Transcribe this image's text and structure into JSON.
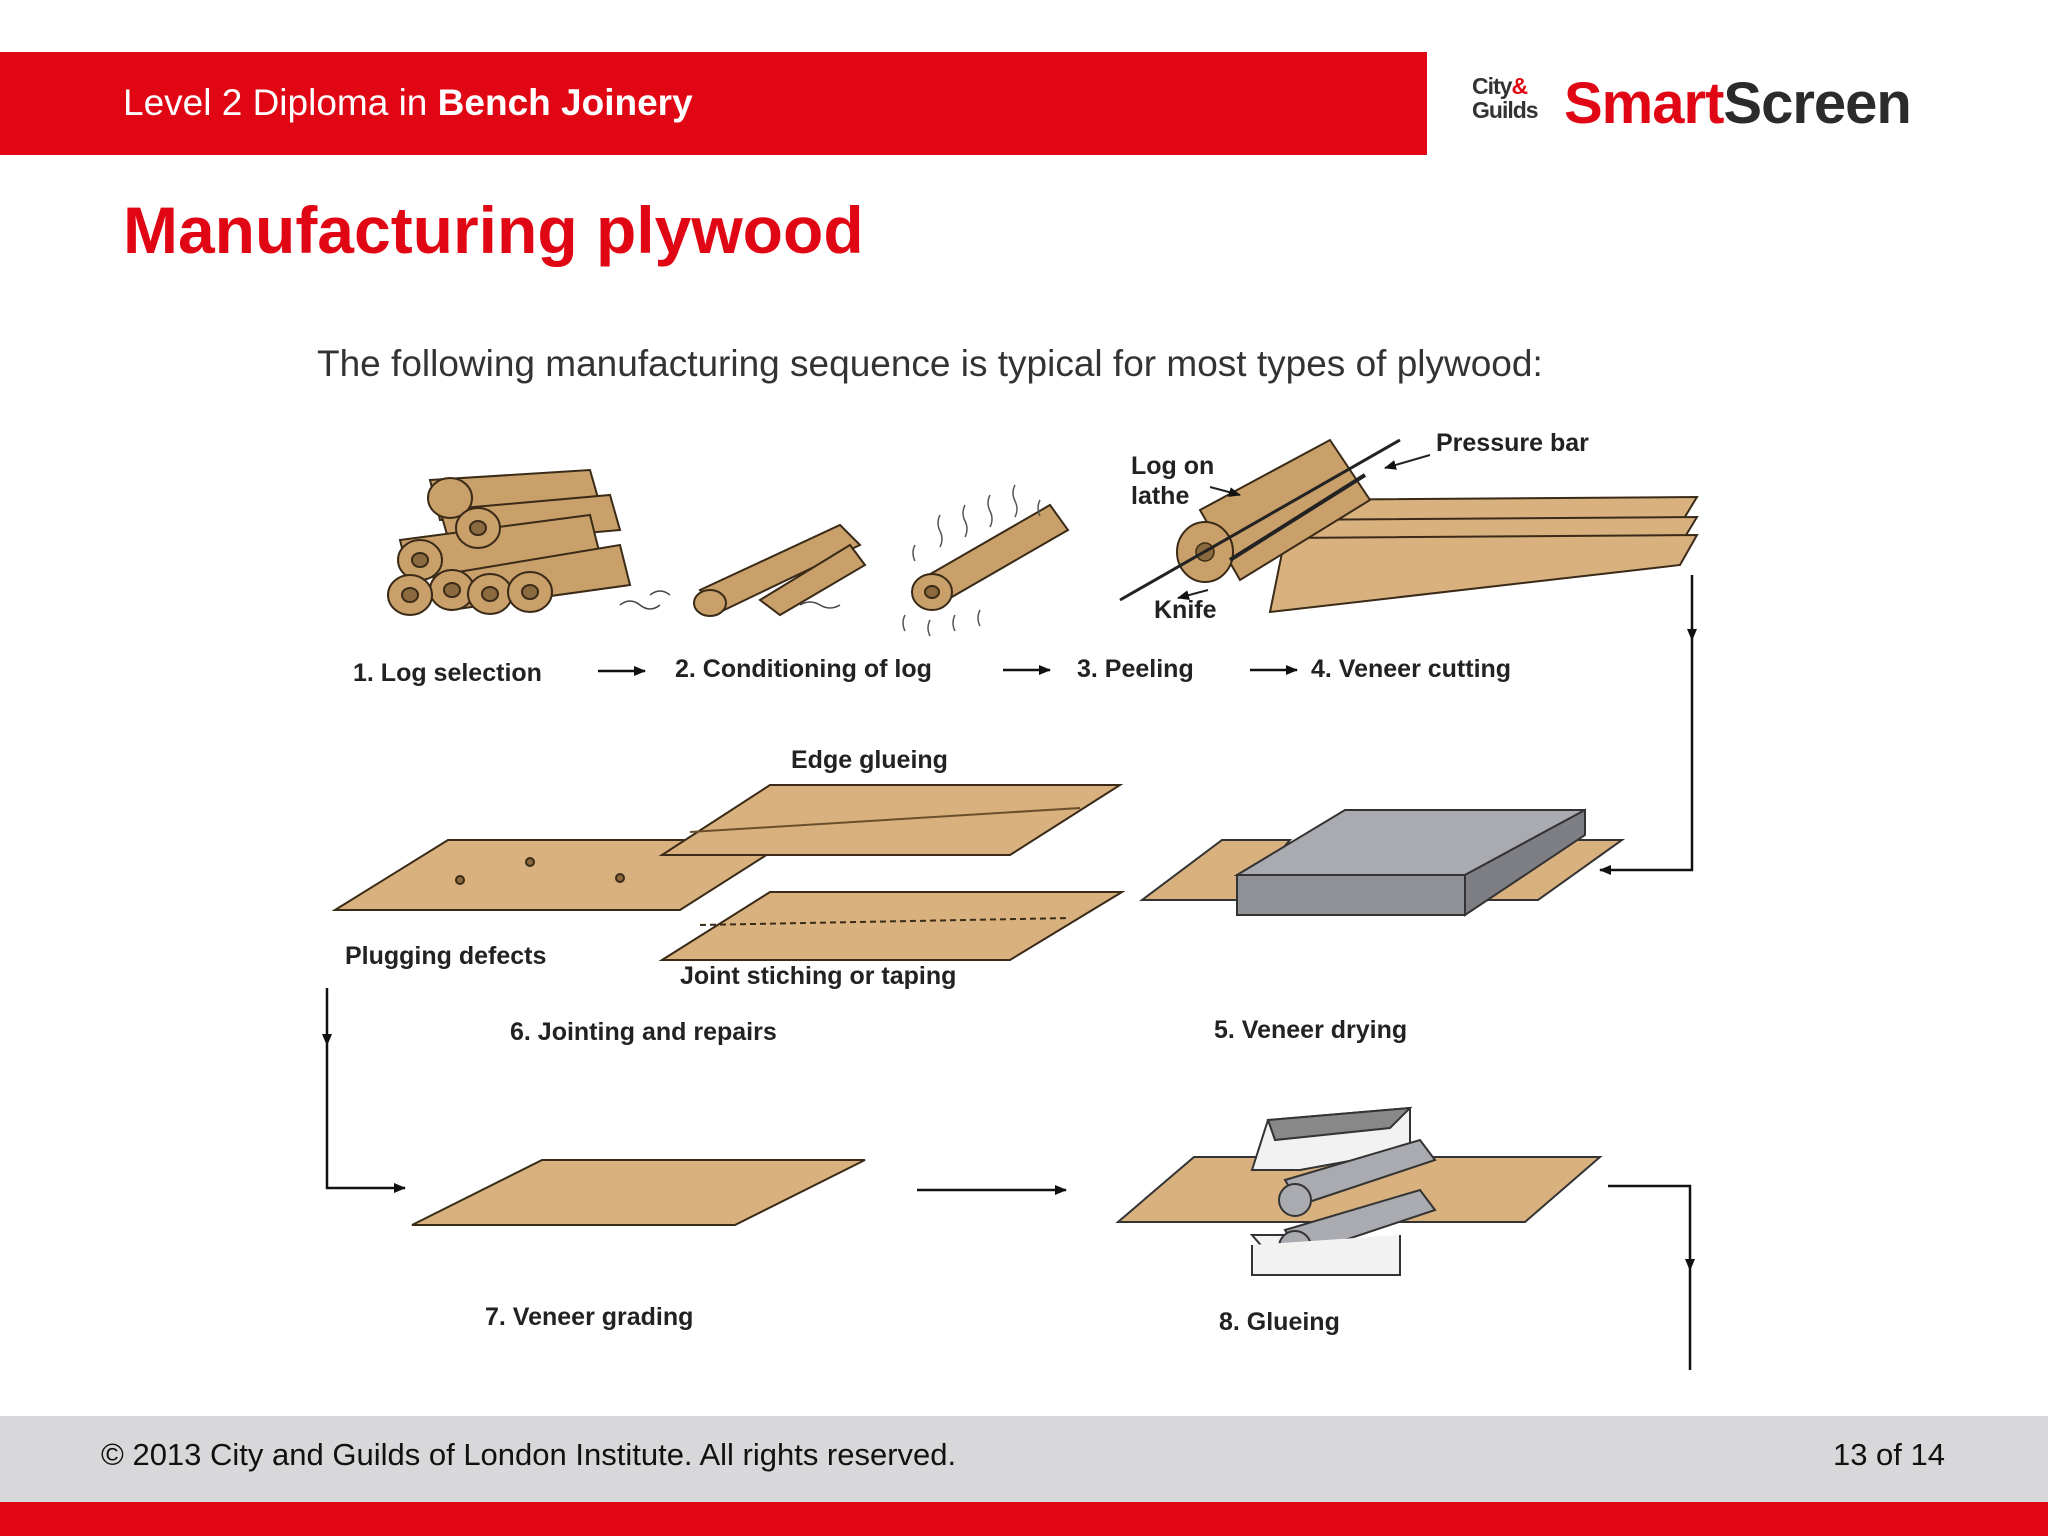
{
  "header": {
    "course_prefix": "Level 2 Diploma in ",
    "course_name": "Bench Joinery",
    "logo_city": "City",
    "logo_amp": "&",
    "logo_guilds": "Guilds",
    "logo_smart": "Smart",
    "logo_screen": "Screen"
  },
  "slide": {
    "title": "Manufacturing plywood",
    "intro": "The following manufacturing sequence is typical for most types of plywood:"
  },
  "diagram": {
    "callouts": {
      "log_on_lathe_1": "Log on",
      "log_on_lathe_2": "lathe",
      "pressure_bar": "Pressure bar",
      "knife": "Knife",
      "edge_glueing": "Edge glueing",
      "plugging_defects": "Plugging defects",
      "joint_stitching": "Joint stiching or taping"
    },
    "steps": [
      "1. Log selection",
      "2. Conditioning of log",
      "3. Peeling",
      "4. Veneer cutting",
      "5. Veneer drying",
      "6. Jointing and repairs",
      "7. Veneer grading",
      "8. Glueing"
    ]
  },
  "footer": {
    "copyright": "© 2013 City and Guilds of London Institute. All rights reserved.",
    "page": "13 of 14"
  },
  "colors": {
    "brand_red": "#e10613",
    "footer_grey": "#d8d8da",
    "veneer": "#d8b17e",
    "dryer": "#a9abb0"
  }
}
